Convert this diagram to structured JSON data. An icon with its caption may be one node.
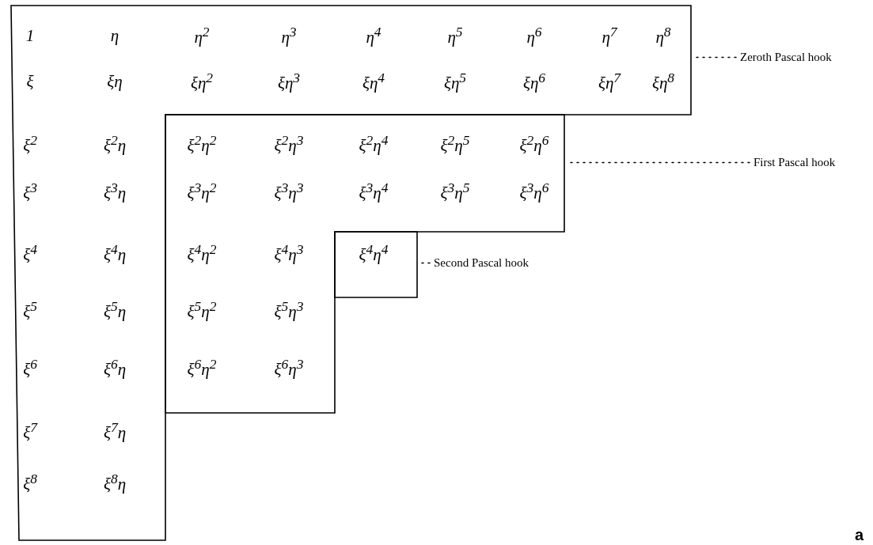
{
  "diagram": {
    "nodes": [
      {
        "text": [
          "1",
          "η",
          "η$^{2}$",
          "η$^{3}$",
          "η$^{4}$",
          "η$^{5}$",
          "η$^{6}$",
          "η$^{7}$",
          "η$^{8}$",
          "ξ",
          "ξη",
          "ξη$^{2}$",
          "ξη$^{3}$",
          "ξη$^{4}$",
          "ξη$^{5}$",
          "ξη$^{6}$",
          "ξη$^{7}$",
          "ξη$^{8}$",
          "ξ$^{2}$",
          "ξ$^{2}$η",
          "ξ$^{3}$",
          "ξ$^{3}$η",
          "ξ$^{4}$",
          "ξ$^{4}$η",
          "ξ$^{5}$",
          "ξ$^{5}$η",
          "ξ$^{6}$",
          "ξ$^{6}$η",
          "ξ$^{7}$",
          "ξ$^{7}$η",
          "ξ$^{8}$",
          "ξ$^{8}$η"
        ]
      },
      {
        "text": [
          "ξ$^{2}$η$^{2}$",
          "ξ$^{2}$η$^{3}$",
          "ξ$^{2}$η$^{4}$",
          "ξ$^{2}$η$^{5}$",
          "ξ$^{2}$η$^{6}$",
          "ξ$^{3}$η$^{2}$",
          "ξ$^{3}$η$^{3}$",
          "ξ$^{3}$η$^{4}$",
          "ξ$^{3}$η$^{5}$",
          "ξ$^{3}$η$^{6}$",
          "ξ$^{4}$η$^{2}$",
          "ξ$^{4}$η$^{3}$",
          "ξ$^{5}$η$^{2}$",
          "ξ$^{5}$η$^{3}$",
          "ξ$^{6}$η$^{2}$",
          "ξ$^{6}$η$^{3}$"
        ]
      },
      {
        "text": [
          "ξ$^{4}$η$^{4}$"
        ]
      },
      {
        "text": [
          "Zeroth Pascal hook"
        ]
      },
      {
        "text": [
          "First Pascal hook"
        ]
      },
      {
        "text": [
          "Second Pascal hook"
        ]
      }
    ],
    "edges": [
      {
        "from": 3,
        "to": 0,
        "arrow": "none",
        "style": "dashed"
      },
      {
        "from": 4,
        "to": 1,
        "arrow": "none",
        "style": "dashed"
      },
      {
        "from": 5,
        "to": 2,
        "arrow": "none",
        "style": "dashed"
      }
    ],
    "labels": [
      "a"
    ]
  }
}
